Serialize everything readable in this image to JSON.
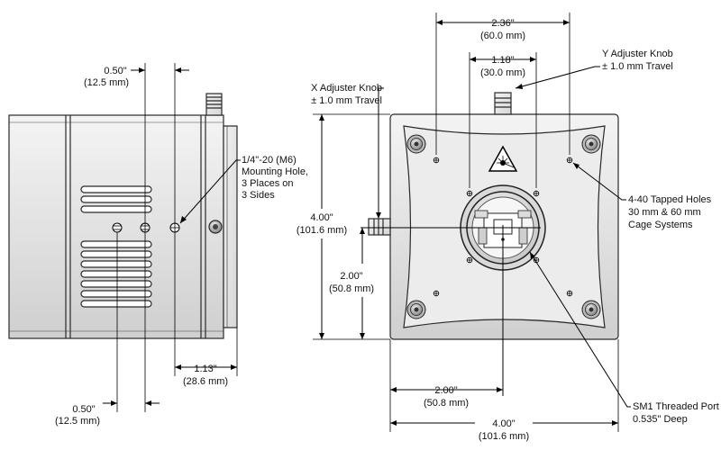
{
  "side_view": {
    "dim_top_inch": "0.50\"",
    "dim_top_mm": "(12.5 mm)",
    "dim_bottom_inch": "0.50\"",
    "dim_bottom_mm": "(12.5 mm)",
    "dim_right_inch": "1.13\"",
    "dim_right_mm": "(28.6 mm)",
    "mount_label_1": "1/4\"-20 (M6)",
    "mount_label_2": "Mounting Hole,",
    "mount_label_3": "3 Places on",
    "mount_label_4": "3 Sides"
  },
  "front_view": {
    "width_top_inch": "2.36\"",
    "width_top_mm": "(60.0 mm)",
    "width_mid_inch": "1.18\"",
    "width_mid_mm": "(30.0 mm)",
    "y_knob_1": "Y Adjuster Knob",
    "y_knob_2": "± 1.0 mm Travel",
    "x_knob_1": "X Adjuster Knob",
    "x_knob_2": "± 1.0 mm Travel",
    "height_inch": "4.00\"",
    "height_mm": "(101.6 mm)",
    "half_height_inch": "2.00\"",
    "half_height_mm": "(50.8 mm)",
    "tapped_1": "4-40 Tapped Holes",
    "tapped_2": "30 mm & 60 mm",
    "tapped_3": "Cage Systems",
    "half_width_inch": "2.00\"",
    "half_width_mm": "(50.8 mm)",
    "width_inch": "4.00\"",
    "width_mm": "(101.6 mm)",
    "port_1": "SM1 Threaded Port",
    "port_2": "0.535\" Deep"
  }
}
